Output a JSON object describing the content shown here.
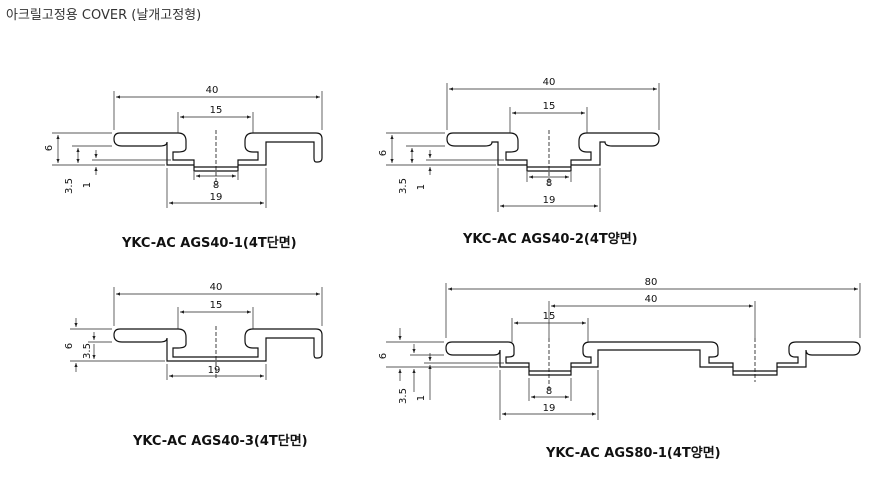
{
  "page": {
    "title": "아크릴고정용 COVER (날개고정형)"
  },
  "colors": {
    "line": "#111111",
    "dim": "#222222",
    "background": "#ffffff"
  },
  "drawings": [
    {
      "id": "ags40-1",
      "caption": "YKC-AC AGS40-1(4T단면)",
      "dims": {
        "overall": "40",
        "center": "15",
        "slot": "8",
        "base": "19",
        "height": "6",
        "step": "3.5",
        "thick": "1"
      }
    },
    {
      "id": "ags40-2",
      "caption": "YKC-AC AGS40-2(4T양면)",
      "dims": {
        "overall": "40",
        "center": "15",
        "slot": "8",
        "base": "19",
        "height": "6",
        "step": "3.5",
        "thick": "1"
      }
    },
    {
      "id": "ags40-3",
      "caption": "YKC-AC AGS40-3(4T단면)",
      "dims": {
        "overall": "40",
        "center": "15",
        "base": "19",
        "height": "6",
        "step": "3.5"
      }
    },
    {
      "id": "ags80-1",
      "caption": "YKC-AC AGS80-1(4T양면)",
      "dims": {
        "overall": "80",
        "half": "40",
        "center": "15",
        "slot": "8",
        "base": "19",
        "height": "6",
        "step": "3.5",
        "thick": "1"
      }
    }
  ]
}
